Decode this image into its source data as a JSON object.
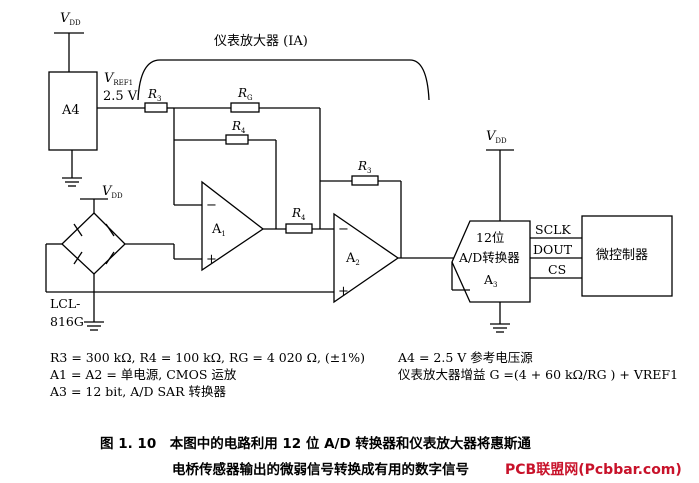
{
  "diagram": {
    "ia_label": "仪表放大器 (IA)",
    "vdd_main": "V",
    "vdd_sub": "DD",
    "vref_label": "V",
    "vref_sub": "REF1",
    "vref_value": "2.5 V",
    "a4_label": "A4",
    "r3_a": "R",
    "r3_a_sub": "3",
    "rg": "R",
    "rg_sub": "G",
    "r4_a": "R",
    "r4_a_sub": "4",
    "r3_b": "R",
    "r3_b_sub": "3",
    "r4_b": "R",
    "r4_b_sub": "4",
    "a1": "A",
    "a1_sub": "1",
    "a2": "A",
    "a2_sub": "2",
    "minus": "−",
    "plus": "+",
    "adc_line1": "12位",
    "adc_line2": "A/D转换器",
    "adc_line3": "A",
    "adc_sub": "3",
    "sclk": "SCLK",
    "dout": "DOUT",
    "cs": "CS",
    "mcu": "微控制器",
    "sensor_line1": "LCL-",
    "sensor_line2": "816G"
  },
  "notes": {
    "left_1": "R3 = 300 kΩ, R4 = 100 kΩ, RG = 4 020 Ω, (±1%)",
    "left_2": "A1 = A2 = 单电源, CMOS 运放",
    "left_3": "A3 = 12 bit, A/D SAR 转换器",
    "right_1": "A4 = 2.5 V 参考电压源",
    "right_2": "仪表放大器增益 G =(4 + 60 kΩ/RG ) + VREF1"
  },
  "caption": {
    "line1": "图 1. 10　本图中的电路利用 12 位 A/D 转换器和仪表放大器将惠斯通",
    "line2": "电桥传感器输出的微弱信号转换成有用的数字信号"
  },
  "watermark": {
    "part1": "PCB联盟网",
    "part2": "(Pcbbar.com)"
  },
  "colors": {
    "ink": "#000000",
    "watermark": "#c8122a"
  }
}
